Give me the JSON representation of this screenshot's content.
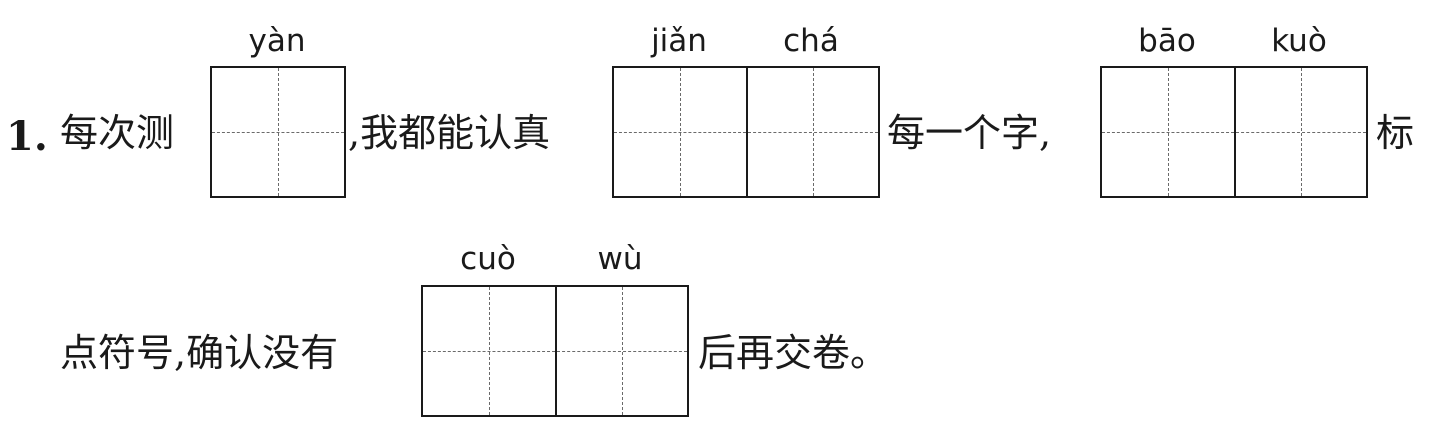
{
  "question": {
    "number": "1.",
    "line1": {
      "text_a": "每次测",
      "text_b": ",我都能认真",
      "text_c": "每一个字,",
      "text_d": "标"
    },
    "line2": {
      "text_a": "点符号,确认没有",
      "text_b": "后再交卷。"
    },
    "blanks": [
      {
        "pinyin": [
          "yàn"
        ]
      },
      {
        "pinyin": [
          "jiǎn",
          "chá"
        ]
      },
      {
        "pinyin": [
          "bāo",
          "kuò"
        ]
      },
      {
        "pinyin": [
          "cuò",
          "wù"
        ]
      }
    ]
  }
}
